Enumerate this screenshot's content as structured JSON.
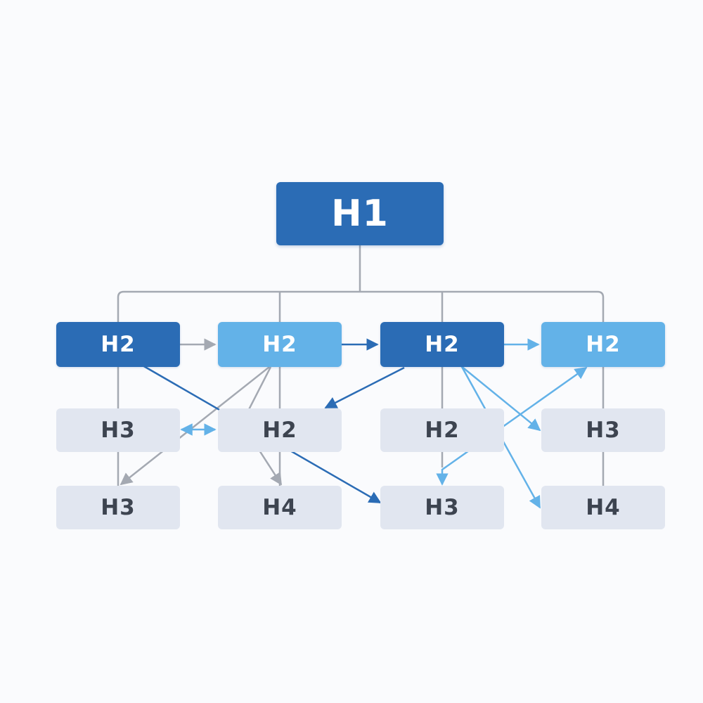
{
  "colors": {
    "dark_blue": "#2b6cb5",
    "light_blue": "#63b2e8",
    "pale_gray": "#e1e6f0",
    "connector_gray": "#a4a9b2"
  },
  "nodes": {
    "root": "H1",
    "row1": [
      "H2",
      "H2",
      "H2",
      "H2"
    ],
    "row2": [
      "H3",
      "H2",
      "H2",
      "H3"
    ],
    "row3": [
      "H3",
      "H4",
      "H3",
      "H4"
    ]
  }
}
